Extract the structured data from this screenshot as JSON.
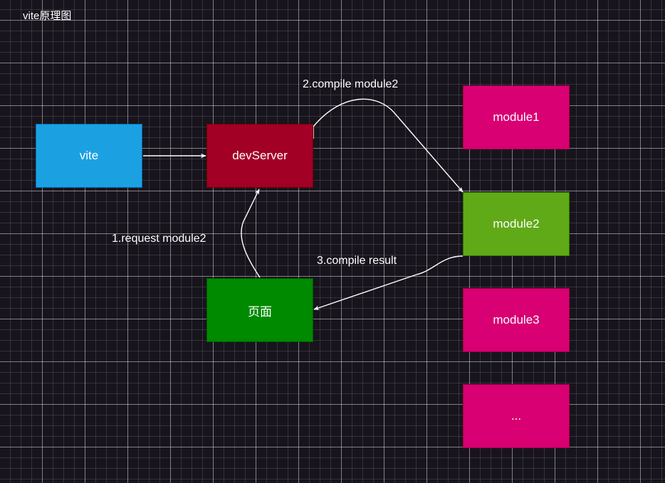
{
  "diagram": {
    "title": "vite原理图",
    "nodes": {
      "vite": {
        "label": "vite",
        "fill": "#1ba1e2",
        "stroke": "#006eaf"
      },
      "devserver": {
        "label": "devServer",
        "fill": "#a20025",
        "stroke": "#6f0000"
      },
      "page": {
        "label": "页面",
        "fill": "#008a00",
        "stroke": "#005700"
      },
      "module1": {
        "label": "module1",
        "fill": "#d80073",
        "stroke": "#a50040"
      },
      "module2": {
        "label": "module2",
        "fill": "#60a917",
        "stroke": "#2d7600"
      },
      "module3": {
        "label": "module3",
        "fill": "#d80073",
        "stroke": "#a50040"
      },
      "module_more": {
        "label": "...",
        "fill": "#d80073",
        "stroke": "#a50040"
      }
    },
    "edges": {
      "request": {
        "label": "1.request module2"
      },
      "compile": {
        "label": "2.compile module2"
      },
      "result": {
        "label": "3.compile result"
      }
    },
    "edge_color": "#ffffff"
  }
}
